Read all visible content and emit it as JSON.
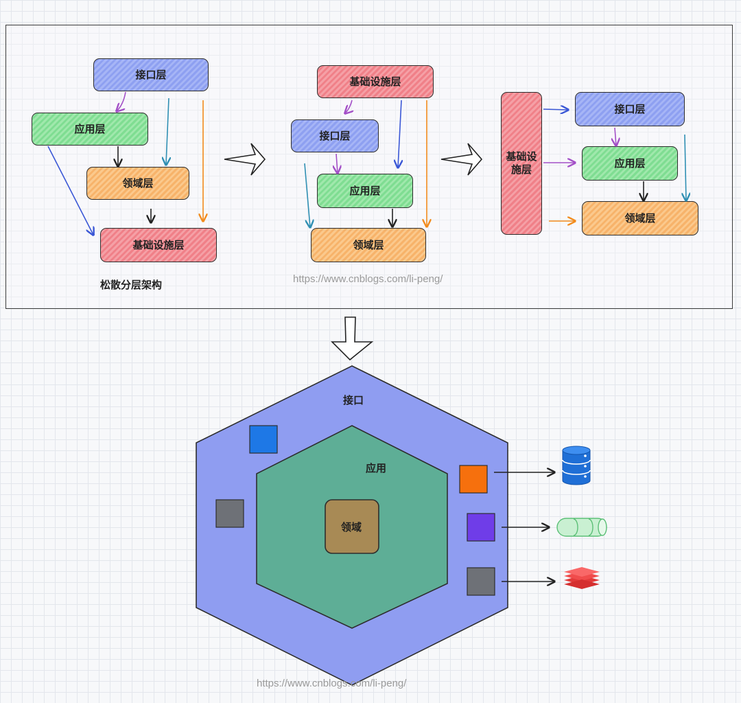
{
  "diagrams": {
    "layered": {
      "interface": "接口层",
      "application": "应用层",
      "domain": "领域层",
      "infrastructure": "基础设施层",
      "caption": "松散分层架构"
    },
    "dip": {
      "infrastructure": "基础设施层",
      "interface": "接口层",
      "application": "应用层",
      "domain": "领域层"
    },
    "moved": {
      "infrastructure": "基础设\n施层",
      "interface": "接口层",
      "application": "应用层",
      "domain": "领域层"
    },
    "hexagon": {
      "outer_label": "接口",
      "inner_label": "应用",
      "core_label": "领域"
    }
  },
  "watermark": "https://www.cnblogs.com/li-peng/",
  "colors": {
    "interface": "#98aaf3",
    "application": "#86e096",
    "domain": "#f8bc78",
    "infrastructure": "#f28b92",
    "hex_outer": "#8f9df1",
    "hex_inner": "#5eae96",
    "hex_core": "#a88a55",
    "port_blue": "#1e78e6",
    "port_orange": "#f6700d",
    "port_purple": "#6f3de8",
    "port_gray": "#6e7177"
  },
  "icons": [
    "database-icon",
    "queue-icon",
    "layers-stack-icon"
  ]
}
